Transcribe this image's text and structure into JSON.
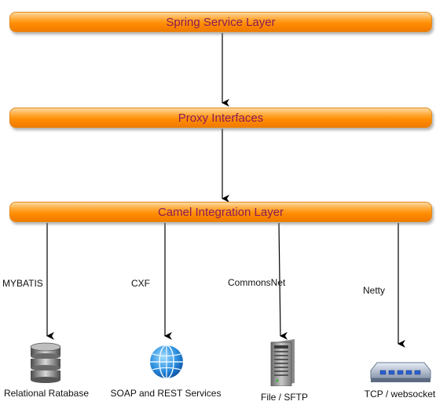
{
  "layers": [
    {
      "label": "Spring Service Layer"
    },
    {
      "label": "Proxy Interfaces"
    },
    {
      "label": "Camel Integration Layer"
    }
  ],
  "connectors": [
    {
      "label": "MYBATIS"
    },
    {
      "label": "CXF"
    },
    {
      "label": "CommonsNet"
    },
    {
      "label": "Netty"
    }
  ],
  "nodes": [
    {
      "label": "Relational Ratabase",
      "icon": "database-icon"
    },
    {
      "label": "SOAP and REST Services",
      "icon": "globe-icon"
    },
    {
      "label": "File / SFTP",
      "icon": "server-icon"
    },
    {
      "label": "TCP / websocket",
      "icon": "network-switch-icon"
    }
  ],
  "colors": {
    "bar_orange": "#ff8c00",
    "bar_text": "#8a1b5a",
    "arrow": "#000000"
  }
}
